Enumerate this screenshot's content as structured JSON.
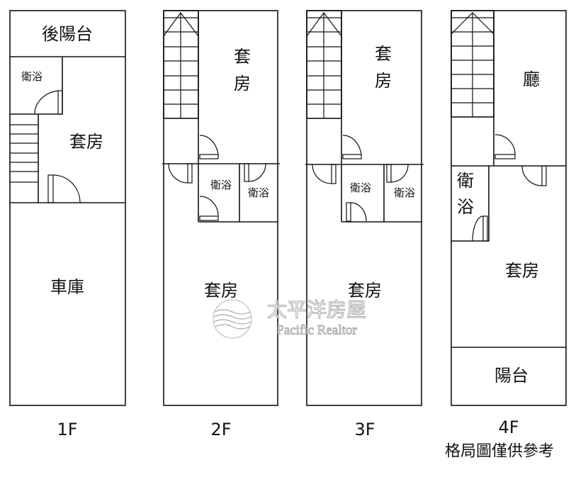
{
  "floors": [
    {
      "label": "1F",
      "rooms": {
        "back_balcony": "後陽台",
        "bath": "衛浴",
        "suite": "套房",
        "garage": "車庫"
      }
    },
    {
      "label": "2F",
      "rooms": {
        "suite_top_1": "套",
        "suite_top_2": "房",
        "bath_1": "衛浴",
        "bath_2": "衛浴",
        "suite": "套房"
      }
    },
    {
      "label": "3F",
      "rooms": {
        "suite_top_1": "套",
        "suite_top_2": "房",
        "bath_1": "衛浴",
        "bath_2": "衛浴",
        "suite": "套房"
      }
    },
    {
      "label": "4F",
      "rooms": {
        "hall": "廳",
        "bath_1": "衛",
        "bath_2": "浴",
        "suite": "套房",
        "balcony": "陽台"
      }
    }
  ],
  "note": "格局圖僅供參考",
  "watermark": {
    "name_zh": "太平洋房屋",
    "name_en": "Pacific Realtor"
  }
}
